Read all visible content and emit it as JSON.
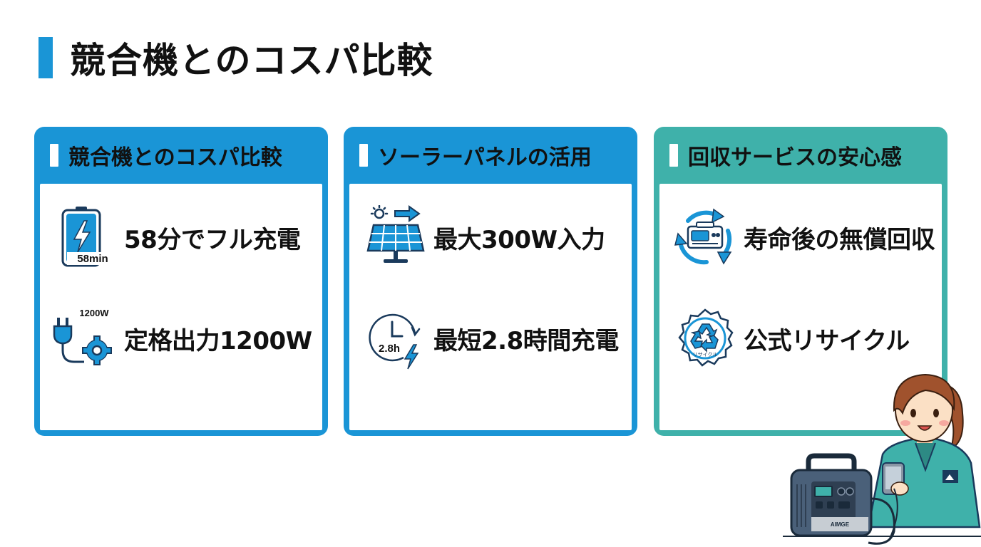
{
  "page": {
    "title": "競合機とのコスパ比較"
  },
  "cards": [
    {
      "title": "競合機とのコスパ比較",
      "color": "#1a95d6",
      "features": [
        {
          "icon": "battery-charging-icon",
          "icon_text": "58min",
          "label": "58分でフル充電"
        },
        {
          "icon": "plug-gear-icon",
          "icon_text": "1200W",
          "label": "定格出力1200W"
        }
      ]
    },
    {
      "title": "ソーラーパネルの活用",
      "color": "#1a95d6",
      "features": [
        {
          "icon": "solar-panel-icon",
          "icon_text": "",
          "label": "最大300W入力"
        },
        {
          "icon": "clock-charge-icon",
          "icon_text": "2.8h",
          "label": "最短2.8時間充電"
        }
      ]
    },
    {
      "title": "回収サービスの安心感",
      "color": "#3fb1aa",
      "features": [
        {
          "icon": "recycle-device-icon",
          "icon_text": "",
          "label": "寿命後の無償回収"
        },
        {
          "icon": "recycle-badge-icon",
          "icon_text": "リサイクル",
          "label": "公式リサイクル"
        }
      ]
    }
  ],
  "mascot": {
    "icon": "woman-with-power-station-illustration",
    "device_brand": "AIMGE"
  }
}
